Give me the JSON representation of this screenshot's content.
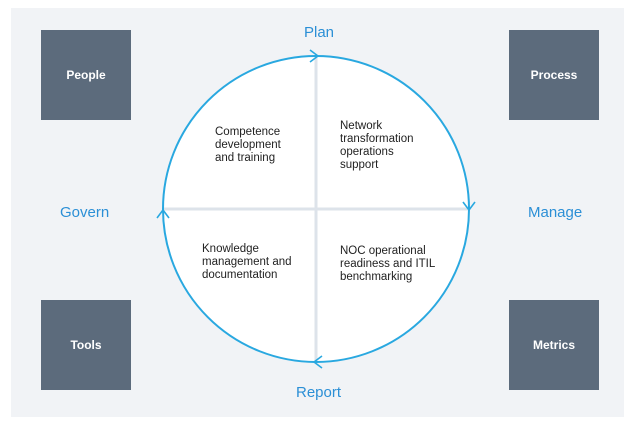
{
  "colors": {
    "box": "#5c6b7c",
    "circle": "#29a8e0",
    "divider": "#dde3ea",
    "label": "#2b8fd6",
    "panel": "#f1f3f6"
  },
  "boxes": {
    "people": "People",
    "process": "Process",
    "tools": "Tools",
    "metrics": "Metrics"
  },
  "directions": {
    "plan": "Plan",
    "manage": "Manage",
    "report": "Report",
    "govern": "Govern"
  },
  "quadrants": {
    "top_left": "Competence\ndevelopment\nand training",
    "top_right": "Network\ntransformation\noperations\nsupport",
    "bottom_left": "Knowledge\nmanagement and\ndocumentation",
    "bottom_right": "NOC operational\nreadiness and ITIL\nbenchmarking"
  }
}
